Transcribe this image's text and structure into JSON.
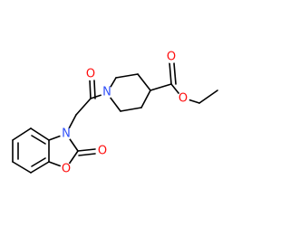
{
  "molecule": {
    "atoms": [
      {
        "symbol": "O",
        "color": "#ff0d0d"
      },
      {
        "symbol": "N",
        "color": "#3050f8"
      },
      {
        "symbol": "O",
        "color": "#ff0d0d"
      },
      {
        "symbol": "O",
        "color": "#ff0d0d"
      },
      {
        "symbol": "N",
        "color": "#3050f8"
      },
      {
        "symbol": "O",
        "color": "#ff0d0d"
      },
      {
        "symbol": "O",
        "color": "#ff0d0d"
      }
    ],
    "bond_color": "#000000"
  }
}
